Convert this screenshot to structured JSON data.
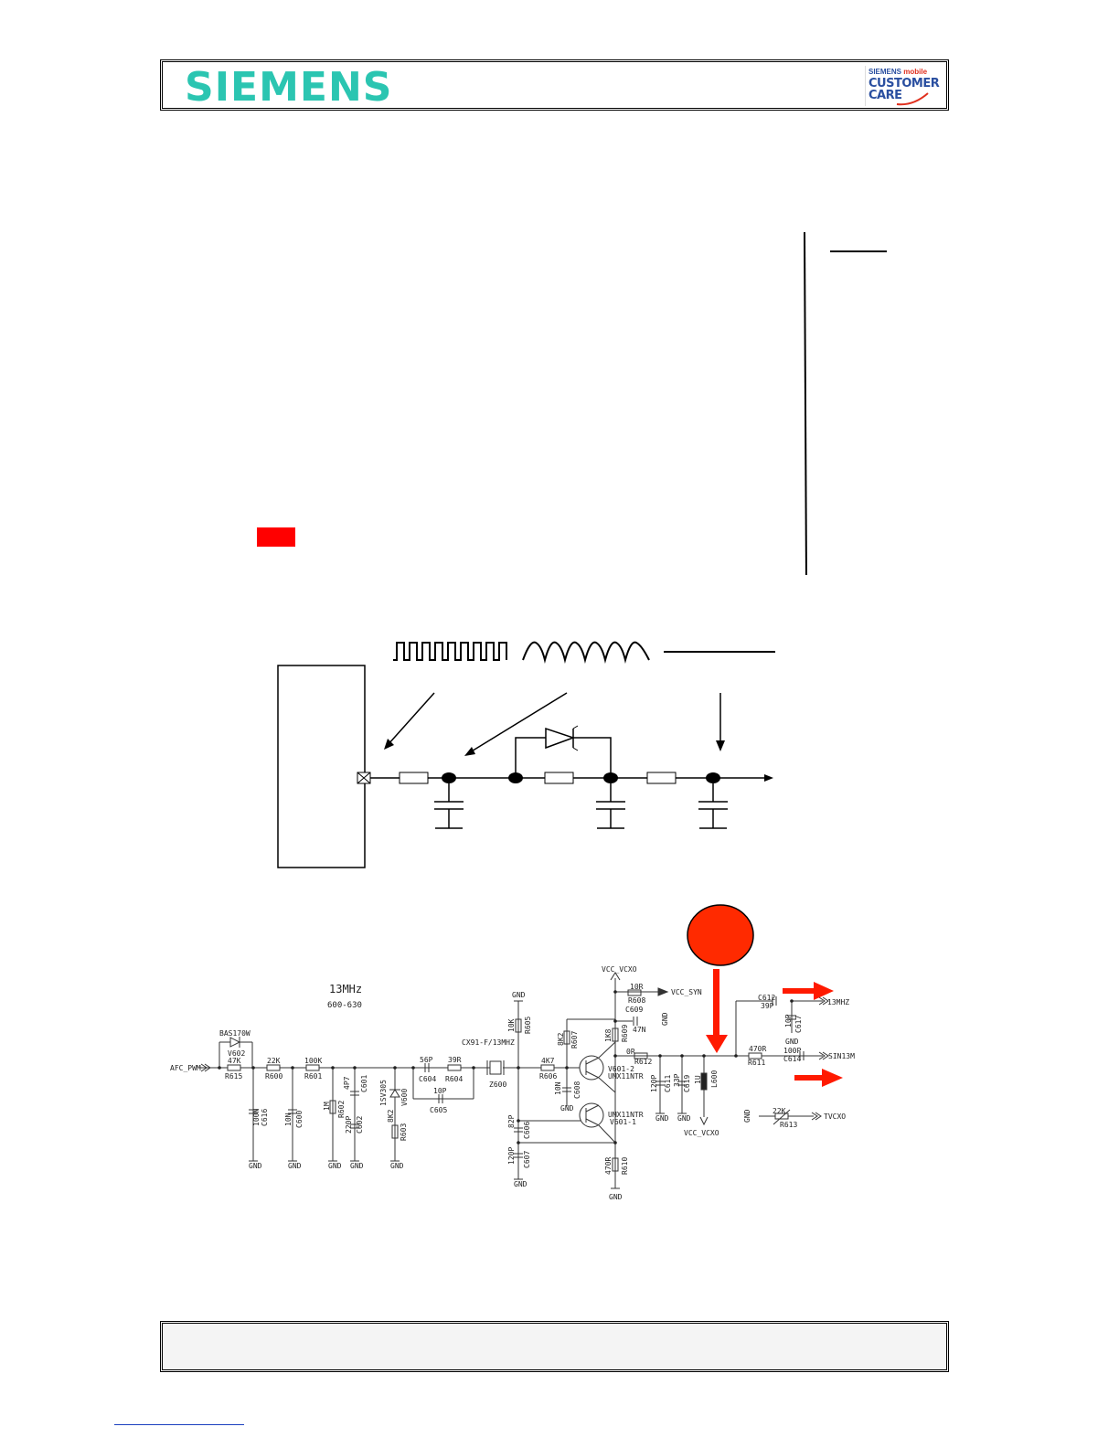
{
  "header": {
    "brand": "SIEMENS",
    "customer_care": {
      "line1_a": "SIEMENS",
      "line1_b": "mobile",
      "line2": "CUSTOMER",
      "line3": "CARE"
    }
  },
  "schematic": {
    "title": "13MHz",
    "subtitle": "600-630",
    "labels": {
      "afc": "AFC_PWM",
      "bas": "BAS170W",
      "v602": "V602",
      "r615v": "47K",
      "r615": "R615",
      "c616v": "100N",
      "c616": "C616",
      "r600v": "22K",
      "r600": "R600",
      "c600v": "10N",
      "c600": "C600",
      "r601v": "100K",
      "r601": "R601",
      "r602v": "1M",
      "r602": "R602",
      "c601v": "4P7",
      "c601": "C601",
      "c602v": "220P",
      "c602": "C602",
      "v600v": "1SV305",
      "v600": "V600",
      "r603v": "8K2",
      "r603": "R603",
      "c604v": "56P",
      "c604": "C604",
      "r604v": "39R",
      "r604": "R604",
      "c605v": "10P",
      "c605": "C605",
      "crystal": "CX91-F/13MHZ",
      "z600": "Z600",
      "r605v": "10K",
      "r605": "R605",
      "c606v": "82P",
      "c606": "C606",
      "c607v": "120P",
      "c607": "C607",
      "r606v": "4K7",
      "r606": "R606",
      "r607v": "8K2",
      "r607": "R607",
      "c608v": "10N",
      "c608": "C608",
      "v601_2": "V601-2",
      "umx_a": "UMX11NTR",
      "umx_b": "UMX11NTR",
      "v601_1": "V601-1",
      "r610v": "470R",
      "r610": "R610",
      "vcc_vcxo_top": "VCC_VCXO",
      "r608v": "10R",
      "r608": "R608",
      "vcc_syn": "VCC_SYN",
      "c609": "C609",
      "c609v": "47N",
      "r609v": "1K8",
      "r609": "R609",
      "r612v": "0R",
      "r612": "R612",
      "c611v": "120P",
      "c611": "C611",
      "c619v": "33P",
      "c619": "C619",
      "l600v": "1U",
      "l600": "L600",
      "vcc_vcxo_bot": "VCC_VCXO",
      "c612": "C612",
      "c612v": "39P",
      "out_13mhz": "13MHZ",
      "c617v": "10P",
      "c617": "C617",
      "r611v": "470R",
      "r611": "R611",
      "c614v": "100P",
      "c614": "C614",
      "out_sin13m": "SIN13M",
      "r613v": "22K",
      "r613": "R613",
      "out_tvcxo": "TVCXO",
      "gnd": "GND"
    }
  }
}
